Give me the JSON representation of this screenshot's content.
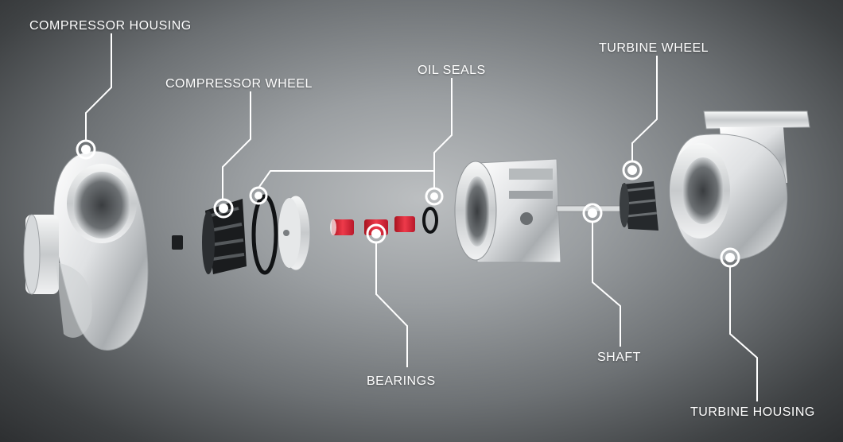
{
  "labels": {
    "compressor_housing": "COMPRESSOR HOUSING",
    "compressor_wheel": "COMPRESSOR WHEEL",
    "oil_seals": "OIL SEALS",
    "turbine_wheel": "TURBINE WHEEL",
    "bearings": "BEARINGS",
    "shaft": "SHAFT",
    "turbine_housing": "TURBINE HOUSING"
  },
  "colors": {
    "leader": "#ffffff",
    "bearing_red": "#d8283a",
    "metal_light": "#f2f3f4",
    "metal_dark": "#8a8d90",
    "seal_black": "#101214"
  }
}
